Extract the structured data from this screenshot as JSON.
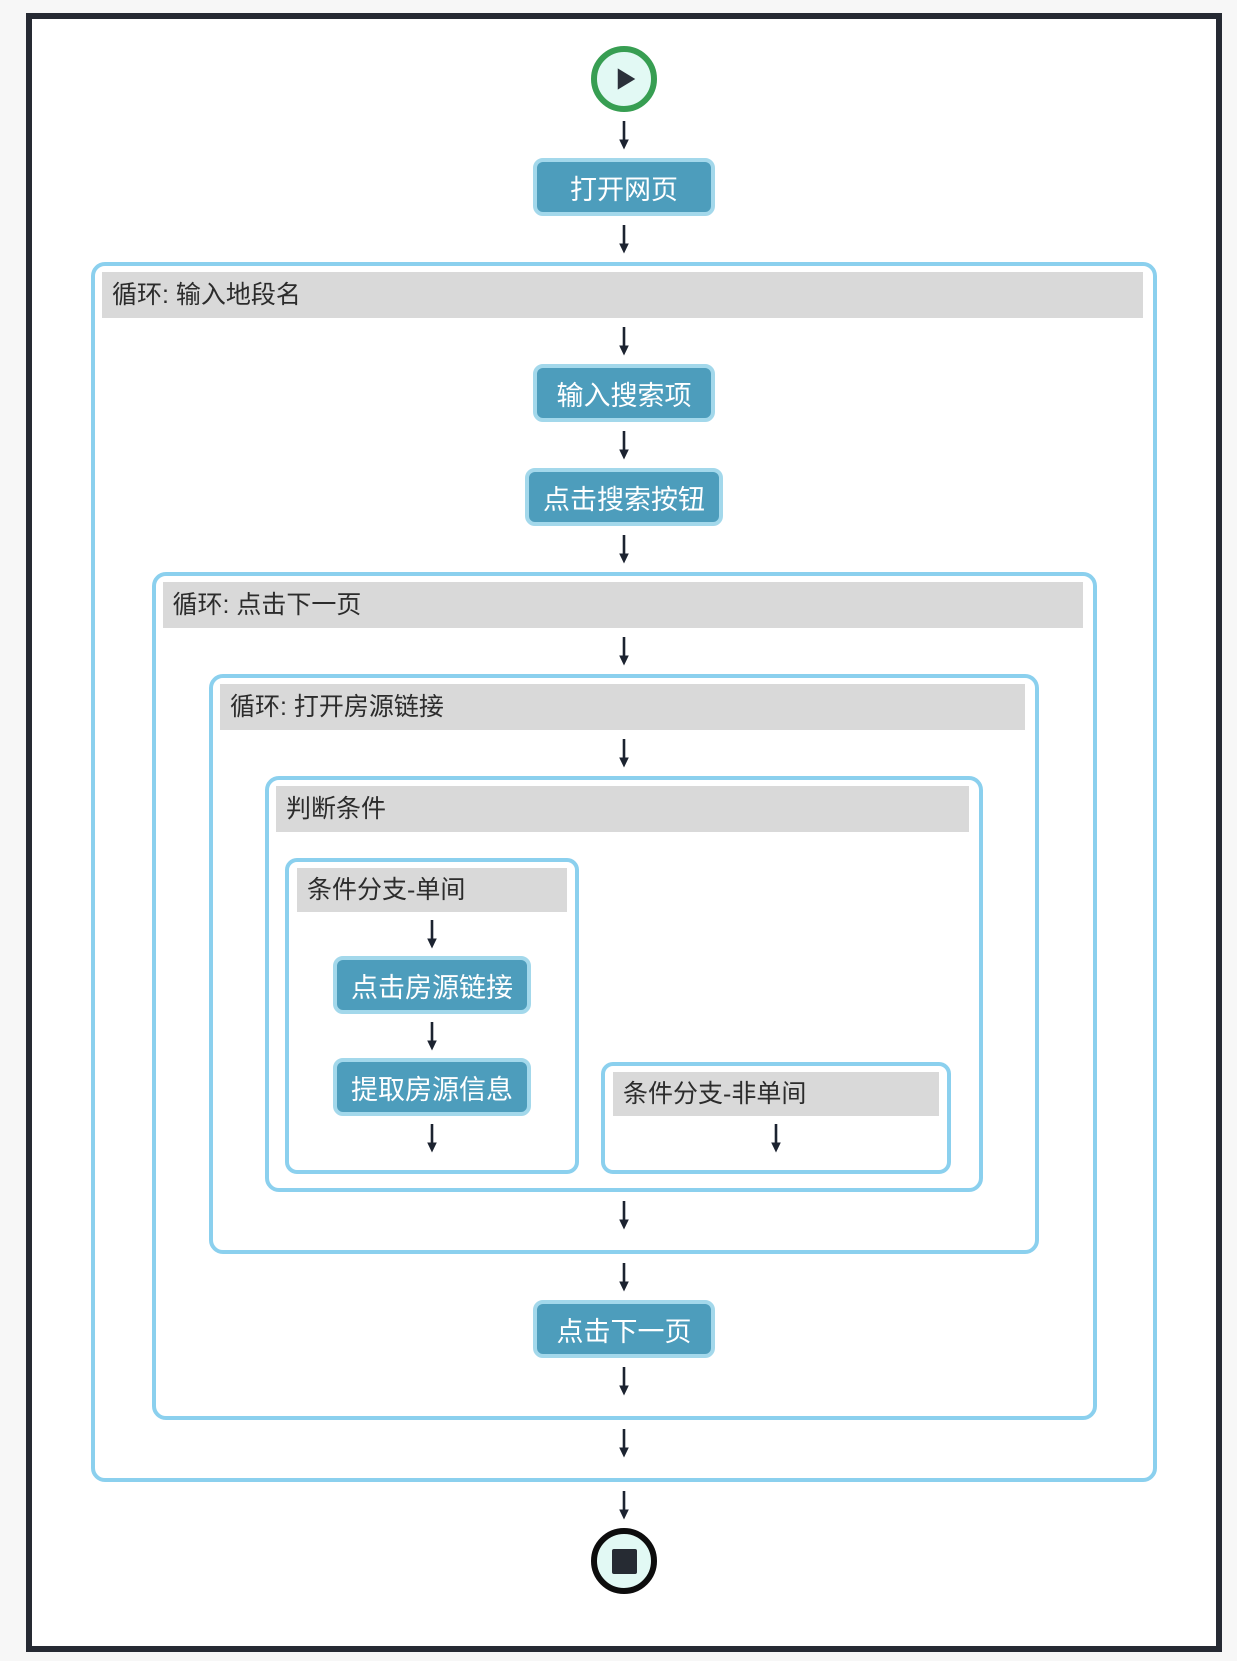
{
  "workflow": {
    "nodes": {
      "open_webpage": "打开网页",
      "enter_search_term": "输入搜索项",
      "click_search_button": "点击搜索按钮",
      "click_listing_link": "点击房源链接",
      "extract_listing_info": "提取房源信息",
      "click_next_page": "点击下一页"
    },
    "loops": {
      "input_district": "循环: 输入地段名",
      "click_next_page": "循环: 点击下一页",
      "open_listing_link": "循环: 打开房源链接"
    },
    "condition": {
      "title": "判断条件",
      "branch_single_room": "条件分支-单间",
      "branch_non_single_room": "条件分支-非单间"
    },
    "icons": {
      "start": "play-icon",
      "end": "stop-icon",
      "connector": "arrow-down-icon"
    },
    "colors": {
      "node_fill": "#4d9dbc",
      "node_border": "#a3d8eb",
      "container_border": "#8bd0ee",
      "header_bg": "#d9d9d9",
      "frame_border": "#262a33",
      "start_ring": "#379e52",
      "stop_ring": "#0d0d0d",
      "icon_fill": "#e2f9f4",
      "arrow": "#1c2330"
    }
  }
}
